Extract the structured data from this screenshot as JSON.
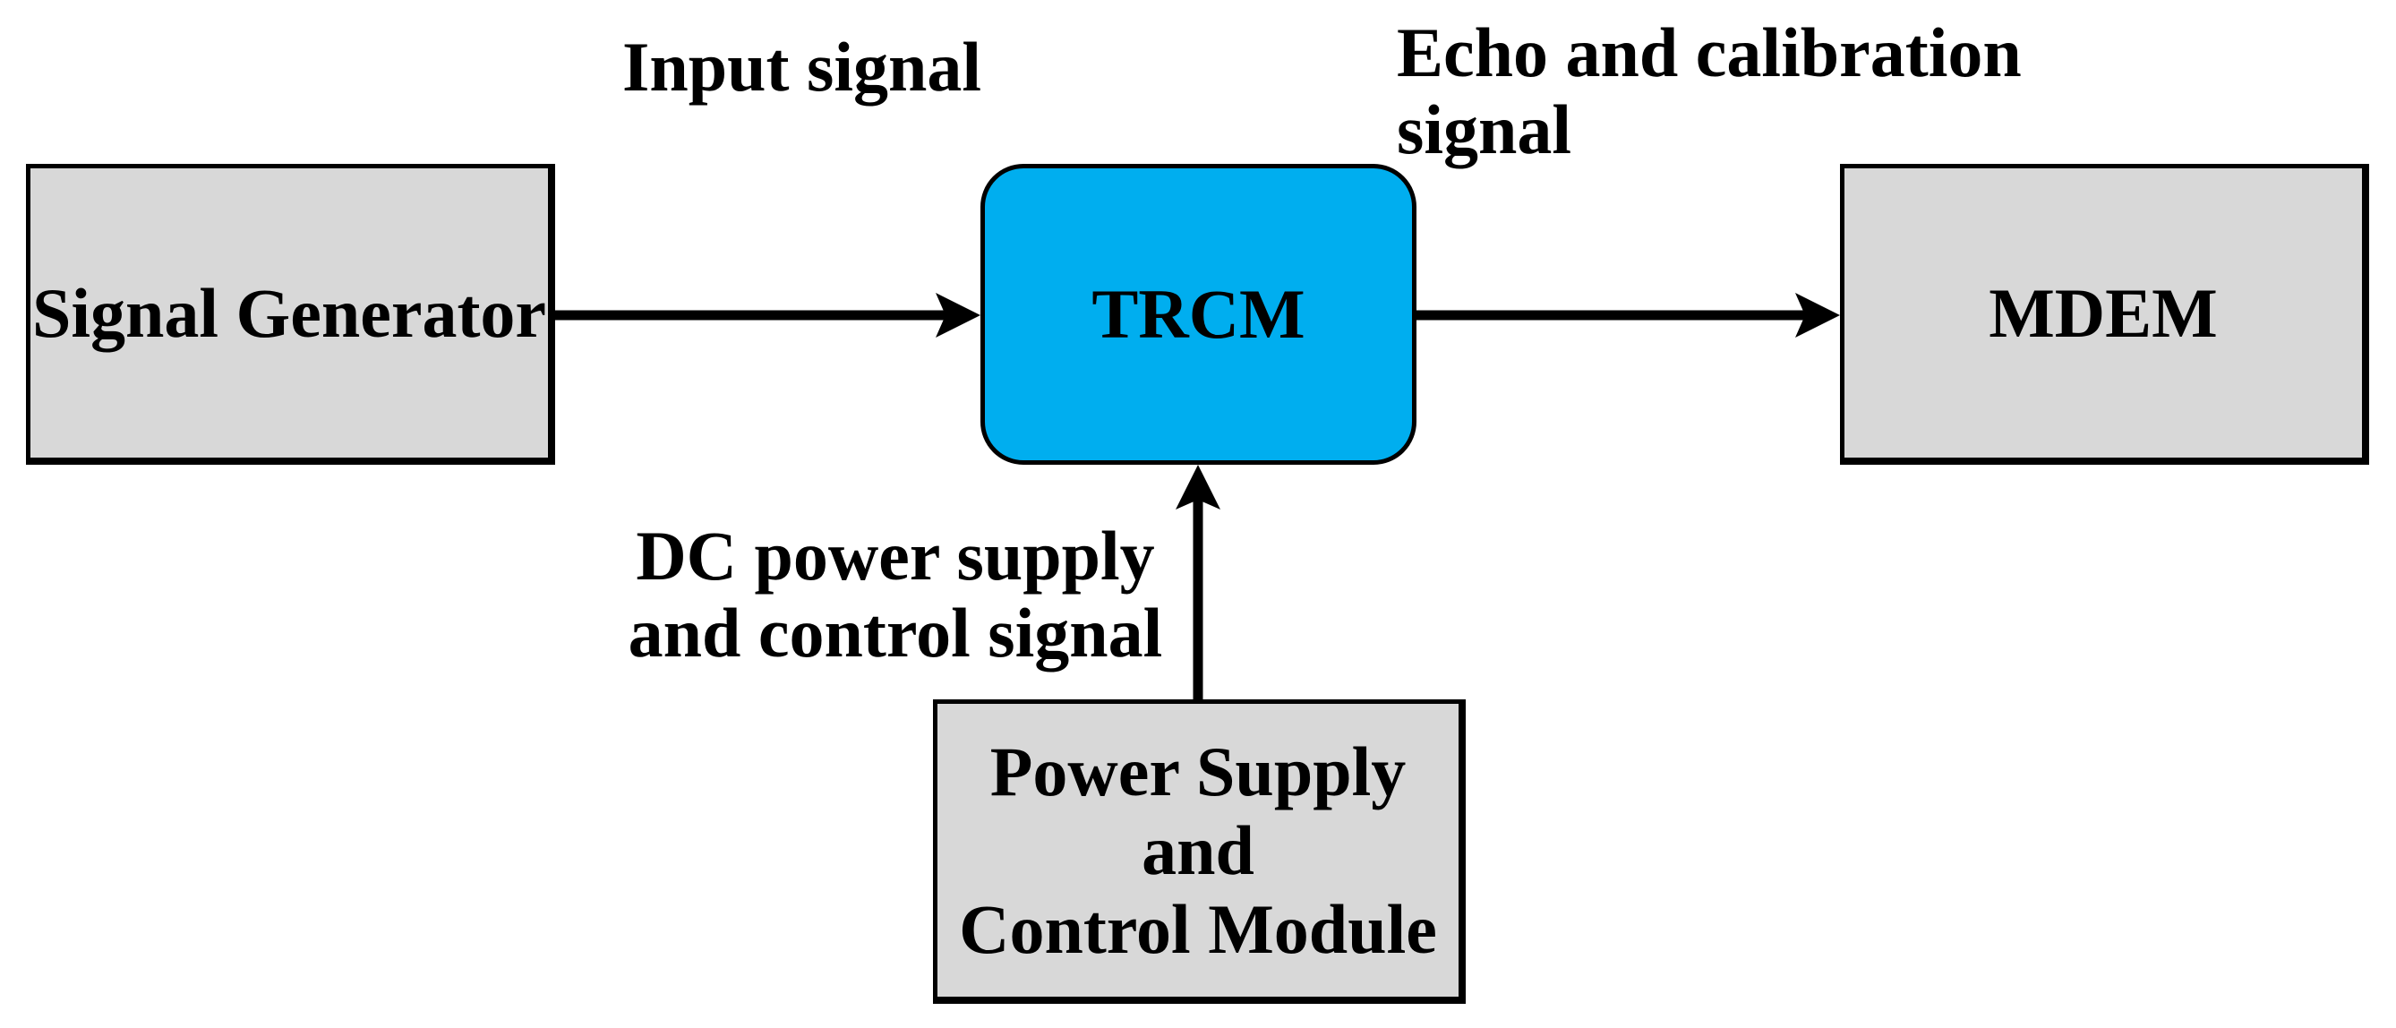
{
  "diagram": {
    "nodes": {
      "signal_generator": {
        "label": "Signal Generator",
        "fill": "#d8d8d8",
        "shape": "rectangle"
      },
      "trcm": {
        "label": "TRCM",
        "fill": "#00aeef",
        "shape": "rounded-rectangle"
      },
      "mdem": {
        "label": "MDEM",
        "fill": "#d8d8d8",
        "shape": "rectangle"
      },
      "power_supply": {
        "label": "Power Supply and\nControl Module",
        "fill": "#d8d8d8",
        "shape": "rectangle"
      }
    },
    "edge_labels": {
      "input": {
        "text": "Input signal"
      },
      "echo": {
        "text": "Echo and calibration\nsignal"
      },
      "dc": {
        "text": "DC power supply\nand control signal"
      }
    },
    "edges": [
      {
        "from": "Signal Generator",
        "to": "TRCM",
        "label": "Input signal"
      },
      {
        "from": "TRCM",
        "to": "MDEM",
        "label": "Echo and calibration signal"
      },
      {
        "from": "Power Supply and Control Module",
        "to": "TRCM",
        "label": "DC power supply and control signal"
      }
    ],
    "colors": {
      "background": "#ffffff",
      "stroke": "#000000",
      "node_gray": "#d8d8d8",
      "node_cyan": "#00aeef",
      "text": "#000000"
    }
  }
}
